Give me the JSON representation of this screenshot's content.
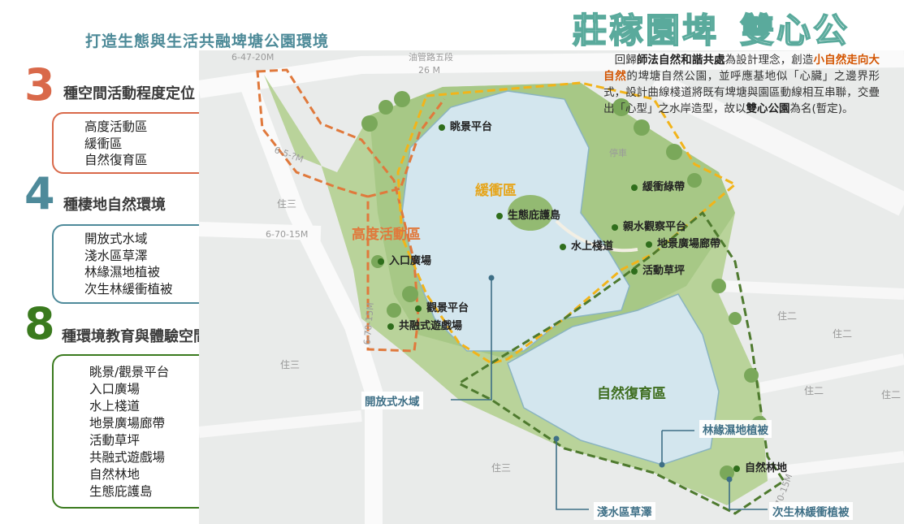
{
  "header": {
    "subtitle": "打造生態與生活共融埤塘公園環境",
    "title_part1": "莊稼園埤",
    "title_part2": "雙心公園"
  },
  "description": {
    "t1": "回歸",
    "t2": "師法自然和諧共處",
    "t3": "為設計理念，創造",
    "t4": "小自然走向大自然",
    "t5": "的埤塘自然公園，並呼應基地似「心臟」之邊界形式，設計曲線棧道將既有埤塘與園區動線相互串聯，交疊出「心型」之水岸造型，故以",
    "t6": "雙心公園",
    "t7": "為名(暫定)。"
  },
  "categories": [
    {
      "number": "3",
      "label": "種空間活動程度定位",
      "color": "#d9694a",
      "items": [
        "高度活動區",
        "緩衝區",
        "自然復育區"
      ]
    },
    {
      "number": "4",
      "label": "種棲地自然環境",
      "color": "#4e8a9a",
      "items": [
        "開放式水域",
        "淺水區草澤",
        "林緣濕地植被",
        "次生林緩衝植被"
      ]
    },
    {
      "number": "8",
      "label": "種環境教育與體驗空間",
      "color": "#3a7a1e",
      "items": [
        "眺景/觀景平台",
        "入口廣場",
        "水上棧道",
        "地景廣場廊帶",
        "活動草坪",
        "共融式遊戲場",
        "自然林地",
        "生態庇護島"
      ]
    }
  ],
  "map": {
    "zones": {
      "high": "高度活動區",
      "buffer": "緩衝區",
      "nature": "自然復育區"
    },
    "points": {
      "lookout": "眺景平台",
      "buffer_belt": "緩衝綠帶",
      "island": "生態庇護島",
      "waterfront_deck": "親水觀察平台",
      "boardwalk": "水上棧道",
      "landscape_plaza": "地景廣場廊帶",
      "entrance": "入口廣場",
      "lawn": "活動草坪",
      "viewing": "觀景平台",
      "playground": "共融式遊戲場",
      "forest": "自然林地"
    },
    "callouts": {
      "open_water": "開放式水域",
      "wetland_edge": "林緣濕地植被",
      "marsh": "淺水區草澤",
      "secondary_forest": "次生林緩衝植被"
    },
    "background": {
      "road1": "6-47-20M",
      "road2": "6-70-15M",
      "road3": "6-70-15M",
      "road4": "6-5-?M",
      "road5": "油管路五段",
      "road6": "26 M",
      "zone_a": "住三",
      "zone_b": "住三",
      "zone_c": "住二",
      "zone_d": "住二",
      "zone_e": "住二",
      "zone_f": "住三",
      "zone_g": "住二",
      "parking": "停車",
      "road7": "6-70-15M"
    }
  },
  "colors": {
    "orange_zone": "#e0793c",
    "yellow_zone": "#f2b41a",
    "green_zone": "#4e7a2e",
    "water": "#cfe3ea",
    "callout_line": "#3e6f86"
  }
}
